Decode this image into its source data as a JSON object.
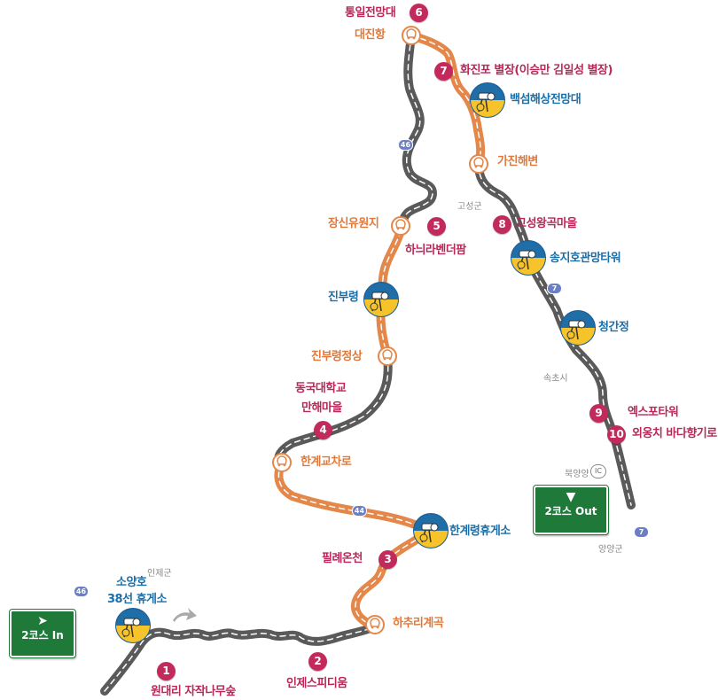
{
  "region_labels": {
    "goseong": "고성군",
    "sokcho": "속초시",
    "inje": "인제군",
    "yangyang": "양양군",
    "bugyangyang": "북양양"
  },
  "ic_badge": "IC",
  "route_badges": {
    "r46_top": "46",
    "r46_left": "46",
    "r44": "44",
    "r7_a": "7",
    "r7_b": "7"
  },
  "signs": {
    "in": {
      "arrow": "➤",
      "label": "2코스 In"
    },
    "out": {
      "arrow": "▼",
      "label": "2코스 Out"
    }
  },
  "numbered_stops": [
    {
      "num": "1",
      "label": "원대리 자작나무숲"
    },
    {
      "num": "2",
      "label": "인제스피디움"
    },
    {
      "num": "3",
      "label": "필례온천"
    },
    {
      "num": "4",
      "label_line1": "동국대학교",
      "label_line2": "만해마을"
    },
    {
      "num": "5",
      "label": "하늬라벤더팜"
    },
    {
      "num": "6",
      "label": "통일전망대"
    },
    {
      "num": "7",
      "label": "화진포 별장(이승만 김일성 별장)"
    },
    {
      "num": "8",
      "label": "고성왕곡마을"
    },
    {
      "num": "9",
      "label": "엑스포타워"
    },
    {
      "num": "10",
      "label": "외옹치 바다향기로"
    }
  ],
  "rest_stops": {
    "soyangho_line1": "소양호",
    "soyangho_line2": "38선 휴게소",
    "hangyeryeong": "한계령휴게소",
    "baekseom": "백섬해상전망대",
    "songjiho": "송지호관망타워",
    "cheonggan": "청간정",
    "jinburyeong": "진부령"
  },
  "road_points": {
    "hachurigyegok": "하추리계곡",
    "hangyegyocharo": "한계교차로",
    "jinburyeong_jeongsang": "진부령정상",
    "jangsinyuwonji": "장신유원지",
    "daejinhang": "대진항",
    "gajinhaebyeon": "가진해변"
  },
  "colors": {
    "road_gray": "#5a5a5a",
    "road_orange": "#e3874a",
    "marker_crimson": "#c22a5c",
    "sign_green": "#1f7a3a",
    "label_blue": "#1a6fa8",
    "label_orange": "#e07a3c",
    "route_badge": "#6b7fc2"
  }
}
